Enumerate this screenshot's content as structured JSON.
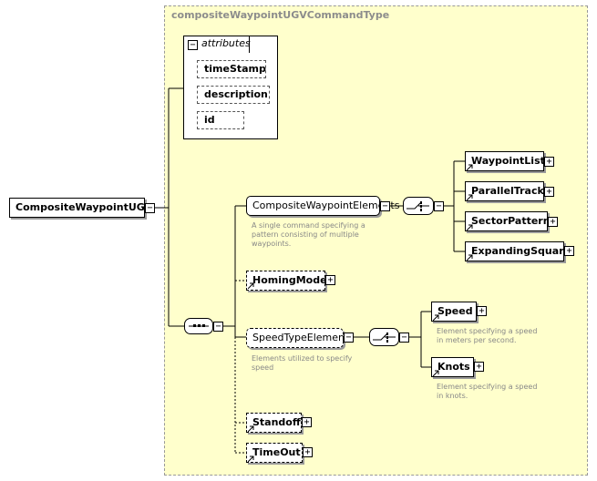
{
  "type_name": "compositeWaypointUGVCommandType",
  "root": {
    "label": "CompositeWaypointUGV"
  },
  "attributes": {
    "title": "attributes",
    "items": [
      "timeStamp",
      "description",
      "id"
    ]
  },
  "elements": {
    "composite_waypoint_elements": {
      "label": "CompositeWaypointElements",
      "note": [
        "A single command specifying a",
        "pattern consisting of multiple",
        "waypoints."
      ],
      "choices": [
        "WaypointList",
        "ParallelTrack",
        "SectorPattern",
        "ExpandingSquare"
      ]
    },
    "homing_mode": {
      "label": "HomingMode"
    },
    "speed_type_elements": {
      "label": "SpeedTypeElements",
      "note": [
        "Elements utilized to specify",
        "speed"
      ],
      "choices": [
        {
          "label": "Speed",
          "note": [
            "Element specifying a speed",
            "in meters per second."
          ]
        },
        {
          "label": "Knots",
          "note": [
            "Element specifying a speed",
            "in knots."
          ]
        }
      ]
    },
    "standoff": {
      "label": "Standoff"
    },
    "time_out": {
      "label": "TimeOut"
    }
  },
  "expander_symbols": {
    "collapse": "−",
    "expand": "+"
  },
  "colors": {
    "type_background": "#ffffcc",
    "note_text": "#888888",
    "title_text": "#8c8c8c"
  }
}
